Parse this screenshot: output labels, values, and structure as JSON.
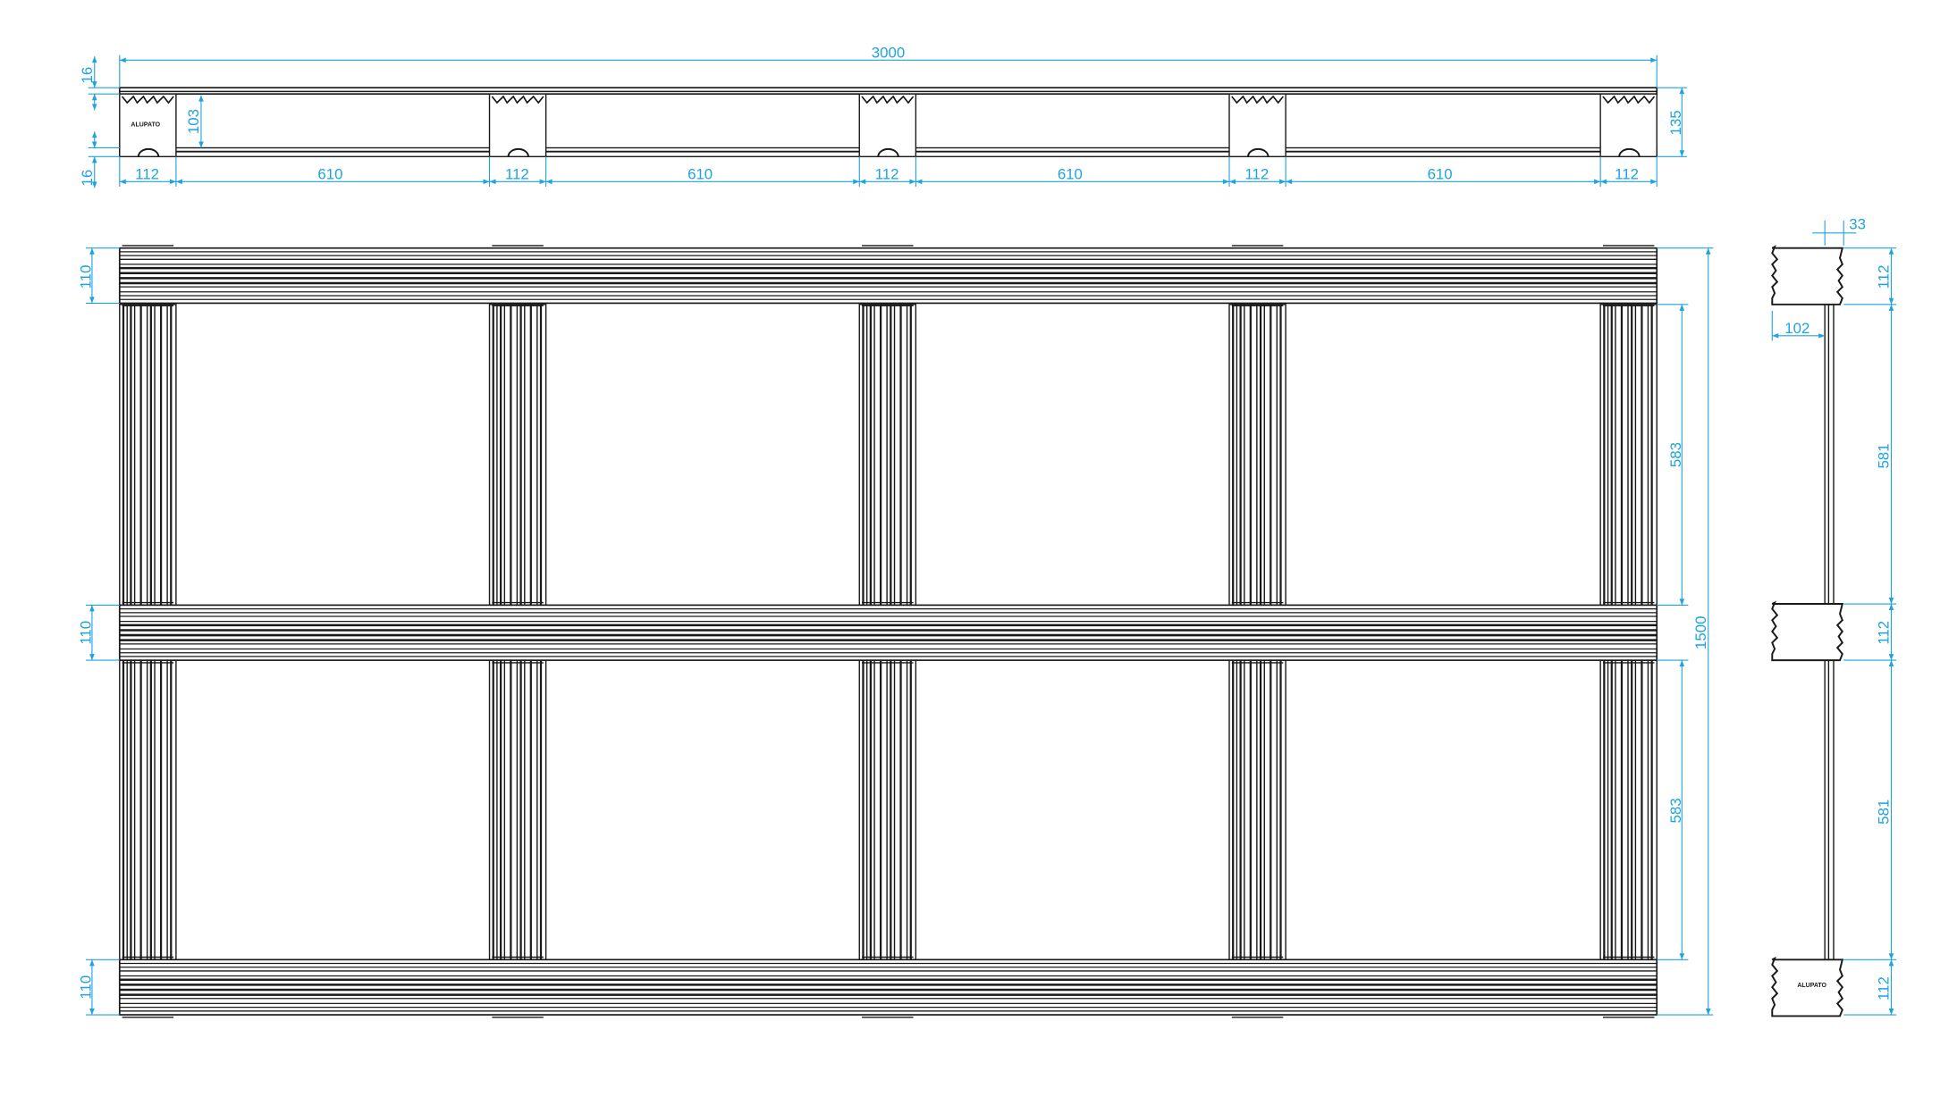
{
  "drawing": {
    "logo_text": "ALUPATO",
    "colors": {
      "dimension": "#1fa3df",
      "outline": "#1a1a1a"
    },
    "top_view": {
      "overall_length": "3000",
      "top_board": "16",
      "bottom_board": "16",
      "inner_height": "103",
      "overall_height": "135",
      "segments": [
        "112",
        "610",
        "112",
        "610",
        "112",
        "610",
        "112",
        "610",
        "112"
      ]
    },
    "plan_view": {
      "band_widths": [
        "110",
        "110",
        "110"
      ],
      "gaps": [
        "583",
        "583"
      ],
      "overall_width": "1500"
    },
    "side_view": {
      "board_thickness": "33",
      "block_offset": "102",
      "block_heights": [
        "112",
        "112",
        "112"
      ],
      "gaps": [
        "581",
        "581"
      ]
    }
  }
}
